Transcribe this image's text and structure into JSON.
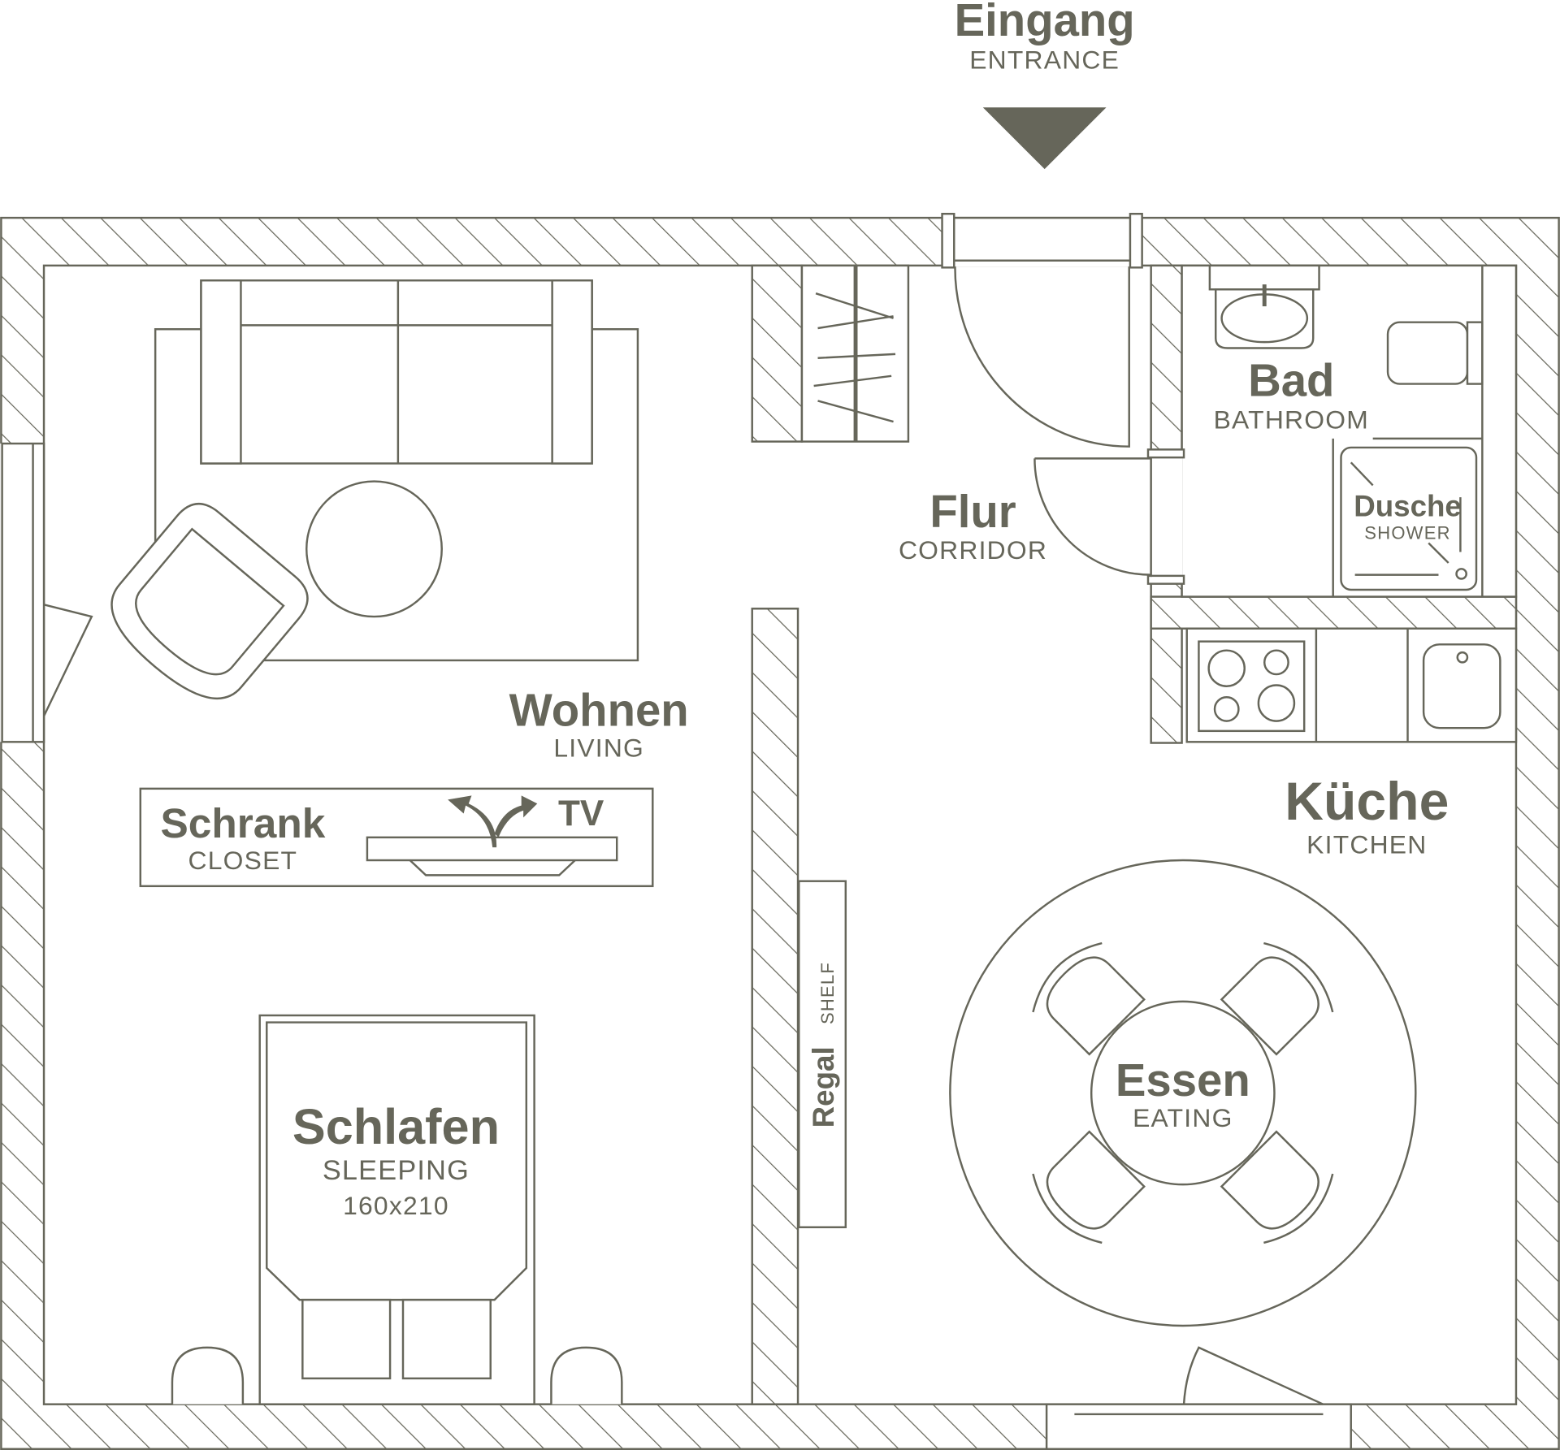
{
  "colors": {
    "ink": "#66665a",
    "background": "#ffffff"
  },
  "entrance": {
    "title": "Eingang",
    "subtitle": "ENTRANCE"
  },
  "rooms": {
    "bathroom": {
      "title": "Bad",
      "subtitle": "BATHROOM"
    },
    "shower": {
      "title": "Dusche",
      "subtitle": "SHOWER"
    },
    "corridor": {
      "title": "Flur",
      "subtitle": "CORRIDOR"
    },
    "living": {
      "title": "Wohnen",
      "subtitle": "LIVING"
    },
    "closet": {
      "title": "Schrank",
      "subtitle": "CLOSET"
    },
    "tv": {
      "title": "TV"
    },
    "kitchen": {
      "title": "Küche",
      "subtitle": "KITCHEN"
    },
    "shelf": {
      "title": "Regal",
      "subtitle": "SHELF"
    },
    "sleeping": {
      "title": "Schlafen",
      "subtitle": "SLEEPING",
      "size": "160x210"
    },
    "eating": {
      "title": "Essen",
      "subtitle": "EATING"
    }
  }
}
